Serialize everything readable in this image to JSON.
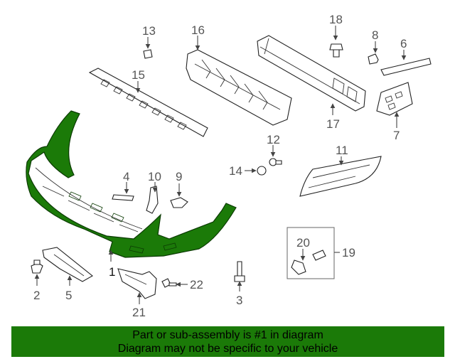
{
  "callouts": {
    "c1": "1",
    "c2": "2",
    "c3": "3",
    "c4": "4",
    "c5": "5",
    "c6": "6",
    "c7": "7",
    "c8": "8",
    "c9": "9",
    "c10": "10",
    "c11": "11",
    "c12": "12",
    "c13": "13",
    "c14": "14",
    "c15": "15",
    "c16": "16",
    "c17": "17",
    "c18": "18",
    "c19": "19",
    "c20": "20",
    "c21": "21",
    "c22": "22"
  },
  "highlight_color": "#1b7a08",
  "footer": {
    "line1": "Part or sub-assembly is #1 in diagram",
    "line2": "Diagram may not be specific to your vehicle"
  }
}
